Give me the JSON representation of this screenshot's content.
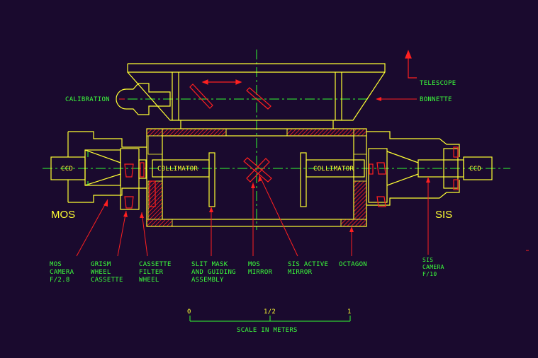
{
  "colors": {
    "background": "#1a0a2e",
    "structure": "#ffff33",
    "red": "#ff2020",
    "green": "#33ff33",
    "label": "#3cff3c"
  },
  "labels": {
    "telescope": "TELESCOPE",
    "bonnette": "BONNETTE",
    "calibration": "CALIBRATION",
    "ccd_left": "CCD",
    "ccd_right": "CCD",
    "collimator_left": "COLLIMATOR",
    "collimator_right": "COLLIMATOR",
    "mos": "MOS",
    "sis": "SIS",
    "mos_camera": [
      "MOS",
      "CAMERA",
      "F/2.8"
    ],
    "grism_wheel": [
      "GRISM",
      "WHEEL",
      "CASSETTE"
    ],
    "cassette_filter": [
      "CASSETTE",
      "FILTER",
      "WHEEL"
    ],
    "slit_mask": [
      "SLIT MASK",
      "AND GUIDING",
      "ASSEMBLY"
    ],
    "mos_mirror": [
      "MOS",
      "MIRROR"
    ],
    "sis_mirror": [
      "SIS ACTIVE",
      "MIRROR"
    ],
    "octagon": "OCTAGON",
    "sis_camera": [
      "SIS",
      "CAMERA",
      "F/10"
    ]
  },
  "scale": {
    "ticks": [
      "0",
      "1/2",
      "1"
    ],
    "caption": "SCALE IN METERS"
  }
}
